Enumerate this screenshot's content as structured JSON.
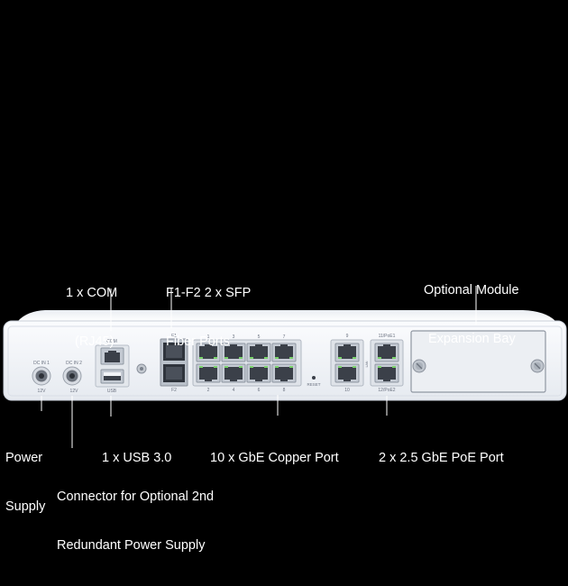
{
  "callouts": {
    "com": [
      "1 x COM",
      "(RJ45)"
    ],
    "sfp": [
      "F1-F2 2 x SFP",
      "Fiber Ports"
    ],
    "module": [
      "Optional Module",
      "Expansion Bay"
    ],
    "power": [
      "Power",
      "Supply"
    ],
    "usb": [
      "1 x USB 3.0"
    ],
    "copper": [
      "10 x GbE Copper Port"
    ],
    "poe": [
      "2 x 2.5 GbE PoE Port"
    ],
    "redundant": [
      "Connector for Optional 2nd",
      "Redundant Power Supply"
    ]
  },
  "device_labels": {
    "dc_in_1": "DC IN 1",
    "dc_in_2": "DC IN 2",
    "v1": "12V",
    "v2": "12V",
    "com": "COM",
    "usb": "USB",
    "f1": "F1",
    "f2": "F2",
    "top_ports": [
      "1",
      "3",
      "5",
      "7"
    ],
    "bottom_ports": [
      "2",
      "4",
      "6",
      "8"
    ],
    "port9": "9",
    "port10": "10",
    "reset": "RESET",
    "poe1": "11/PoE1",
    "poe2": "12/PoE2",
    "lan": "LAN"
  },
  "colors": {
    "background": "#000000",
    "chassis": "#f2f4f8",
    "chassis_edge": "#c8ced8",
    "port_frame": "#c4cad3",
    "port_jack": "#3b4049",
    "callout_line": "#ffffff"
  }
}
